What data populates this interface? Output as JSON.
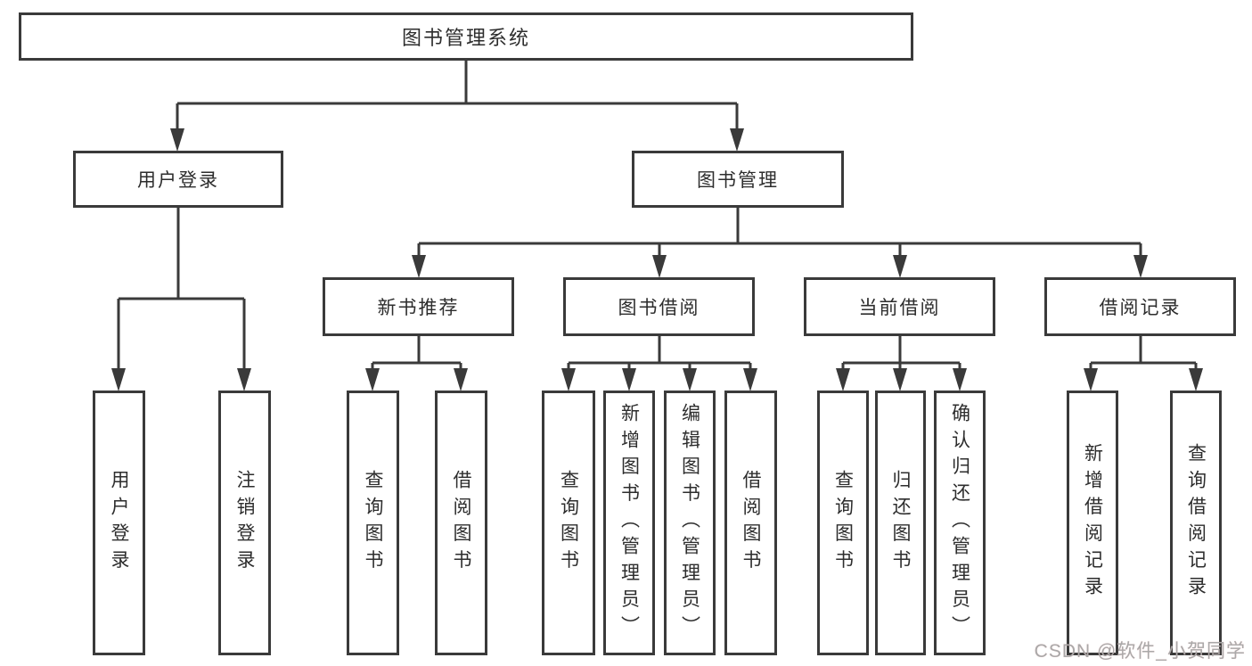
{
  "diagram": {
    "title": "图书管理系统",
    "root": {
      "label": "图书管理系统"
    },
    "level2": [
      {
        "label": "用户登录"
      },
      {
        "label": "图书管理"
      }
    ],
    "level3": [
      {
        "label": "新书推荐"
      },
      {
        "label": "图书借阅"
      },
      {
        "label": "当前借阅"
      },
      {
        "label": "借阅记录"
      }
    ],
    "leaves": [
      {
        "label": "用户登录"
      },
      {
        "label": "注销登录"
      },
      {
        "label": "查询图书"
      },
      {
        "label": "借阅图书"
      },
      {
        "label": "查询图书"
      },
      {
        "label": "新增图书（管理员）"
      },
      {
        "label": "编辑图书（管理员）"
      },
      {
        "label": "借阅图书"
      },
      {
        "label": "查询图书"
      },
      {
        "label": "归还图书"
      },
      {
        "label": "确认归还（管理员）"
      },
      {
        "label": "新增借阅记录"
      },
      {
        "label": "查询借阅记录"
      }
    ],
    "watermark": "CSDN @软件_小贺同学",
    "colors": {
      "line": "#3a3a3a",
      "text": "#2d2d2d",
      "watermark": "#a9a9a9",
      "background": "#ffffff"
    }
  }
}
